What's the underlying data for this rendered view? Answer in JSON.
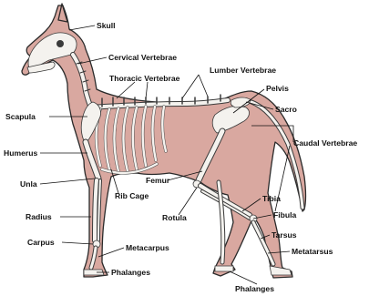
{
  "colors": {
    "body_fill": "#d9a8a0",
    "bone_fill": "#f4f2ee",
    "outline": "#2a2a2a",
    "label_text": "#111111"
  },
  "labels": {
    "skull": "Skull",
    "cervical_vertebrae": "Cervical Vertebrae",
    "thoracic_vertebrae": "Thoracic Vertebrae",
    "lumber_vertebrae": "Lumber Vertebrae",
    "pelvis": "Pelvis",
    "sacro": "Sacro",
    "caudal_vertebrae": "Caudal Vertebrae",
    "scapula": "Scapula",
    "humerus": "Humerus",
    "unla": "Unla",
    "rib_cage": "Rib Cage",
    "femur": "Femur",
    "rotula": "Rotula",
    "tibia": "Tibia",
    "fibula": "Fibula",
    "radius": "Radius",
    "carpus": "Carpus",
    "metacarpus": "Metacarpus",
    "tarsus": "Tarsus",
    "metatarsus": "Metatarsus",
    "phalanges_front": "Phalanges",
    "phalanges_rear": "Phalanges"
  }
}
